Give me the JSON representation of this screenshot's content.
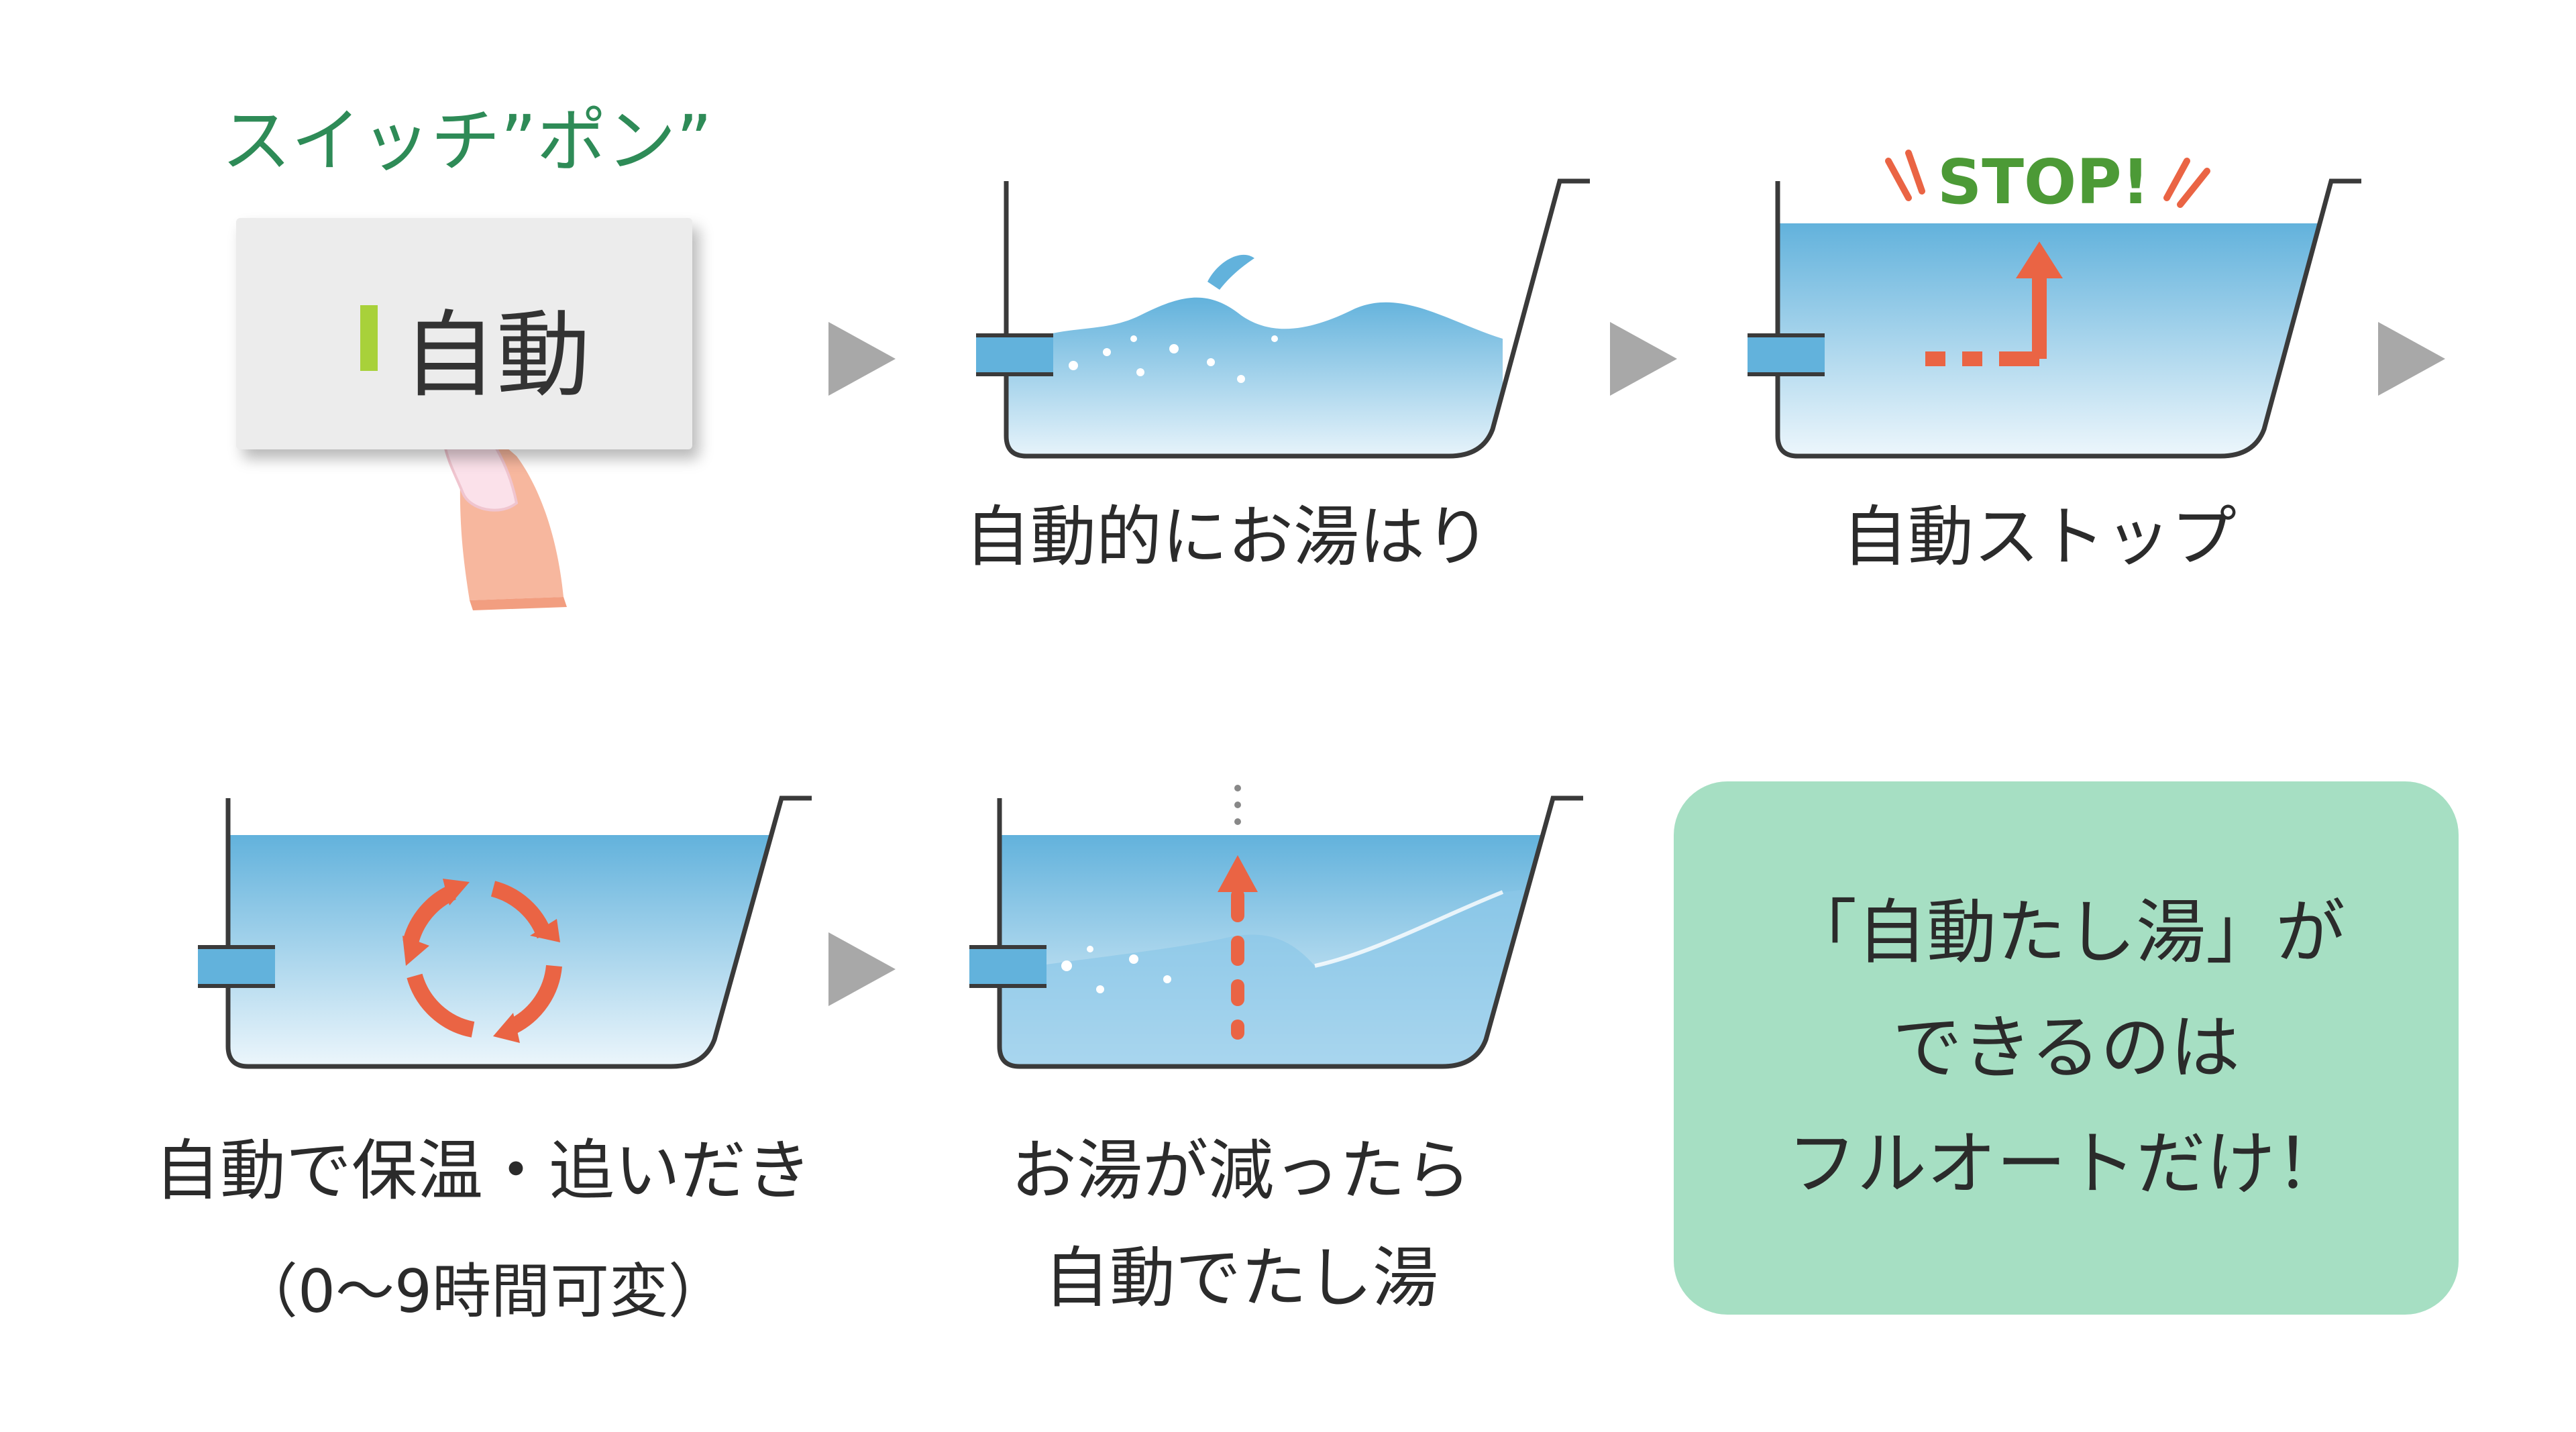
{
  "colors": {
    "water_top": "#62b2dc",
    "water_bottom": "#f2f9fd",
    "tub_line": "#3a3a3a",
    "accent_red": "#ea6444",
    "stop_green": "#4c9a36",
    "arrow_gray": "#a8a8a8",
    "title_green": "#2e8b57",
    "led_green": "#a8d13a",
    "note_bg": "#a6dfc3"
  },
  "header": {
    "title": "スイッチ”ポン”"
  },
  "switch": {
    "label": "自動",
    "icon": "finger-press-icon"
  },
  "steps": [
    {
      "label": "自動的にお湯はり"
    },
    {
      "label": "自動ストップ",
      "stop_text": "STOP!"
    },
    {
      "label": "自動で保温・追いだき",
      "sub": "（0〜9時間可変）"
    },
    {
      "label_lines": [
        "お湯が減ったら",
        "自動でたし湯"
      ]
    }
  ],
  "note": {
    "lines": [
      "「自動たし湯」が",
      "できるのは",
      "フルオートだけ！"
    ]
  }
}
